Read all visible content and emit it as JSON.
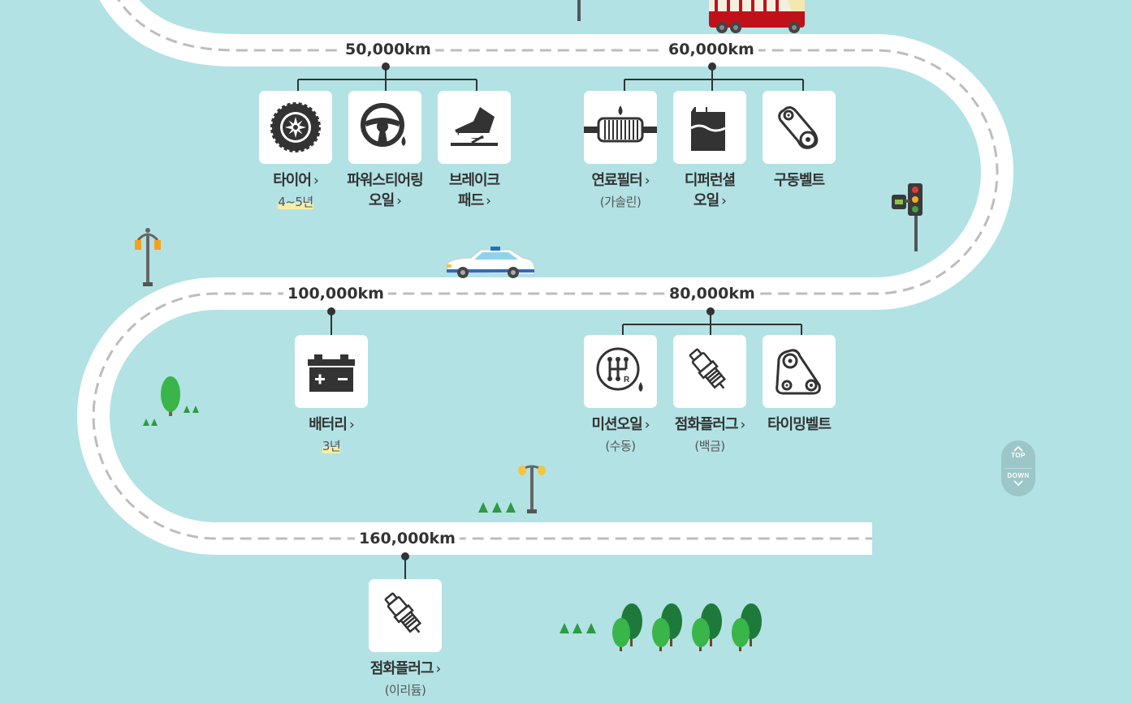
{
  "milestones": [
    {
      "distance": "50,000km",
      "items": [
        {
          "label": "타이어",
          "arrow": "›",
          "note": "4~5년",
          "icon": "tire-icon"
        },
        {
          "label1": "파워스티어링",
          "label2": "오일",
          "arrow": "›",
          "icon": "steering-wheel-icon"
        },
        {
          "label1": "브레이크",
          "label2": "패드",
          "arrow": "›",
          "icon": "brake-pedal-icon"
        }
      ]
    },
    {
      "distance": "60,000km",
      "items": [
        {
          "label": "연료필터",
          "arrow": "›",
          "note": "(가솔린)",
          "icon": "fuel-filter-icon"
        },
        {
          "label1": "디퍼런셜",
          "label2": "오일",
          "arrow": "›",
          "icon": "oil-can-icon"
        },
        {
          "label": "구동벨트",
          "icon": "drive-belt-icon"
        }
      ]
    },
    {
      "distance": "80,000km",
      "items": [
        {
          "label": "미션오일",
          "arrow": "›",
          "note": "(수동)",
          "icon": "gear-shift-icon"
        },
        {
          "label": "점화플러그",
          "arrow": "›",
          "note": "(백금)",
          "icon": "spark-plug-icon"
        },
        {
          "label": "타이밍벨트",
          "icon": "timing-belt-icon"
        }
      ]
    },
    {
      "distance": "100,000km",
      "items": [
        {
          "label": "배터리",
          "arrow": "›",
          "note": "3년",
          "icon": "battery-icon"
        }
      ]
    },
    {
      "distance": "160,000km",
      "items": [
        {
          "label": "점화플러그",
          "arrow": "›",
          "note": "(이리듐)",
          "icon": "spark-plug-icon"
        }
      ]
    }
  ],
  "nav": {
    "top": "TOP",
    "down": "DOWN"
  },
  "colors": {
    "background": "#b2e2e4",
    "road": "#ffffff",
    "dash": "#bdbdbd",
    "icon": "#333333",
    "tree_light": "#39b54a",
    "tree_dark": "#1e7a3a"
  }
}
